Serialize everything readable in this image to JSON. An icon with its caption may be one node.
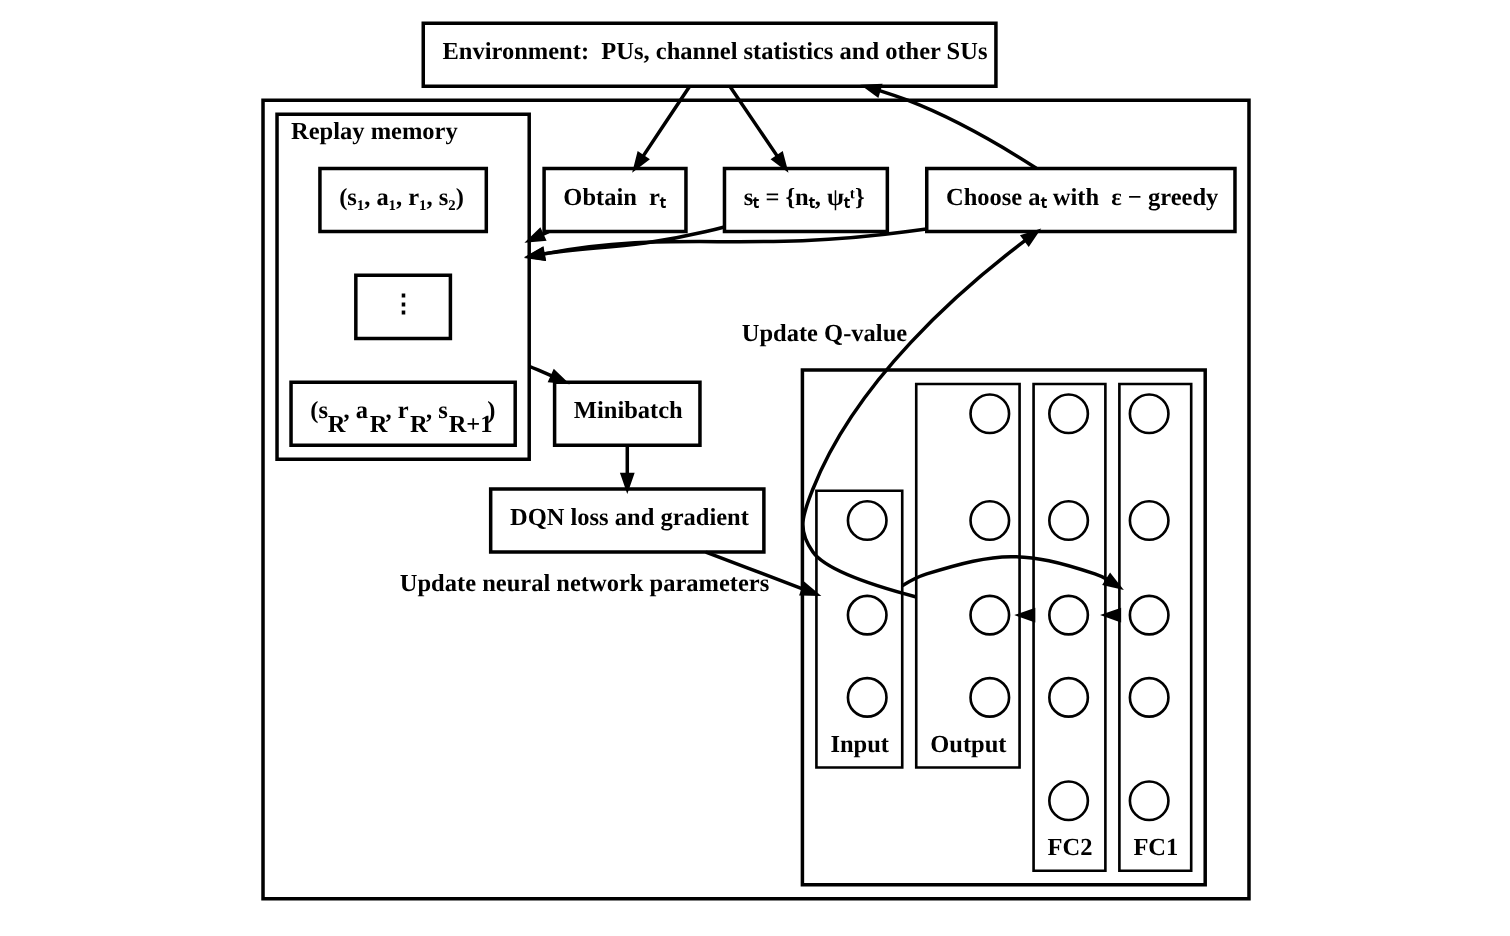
{
  "diagram": {
    "nodes": [
      {
        "text": [
          "Environment:  PUs, channel statistics and other SUs"
        ]
      },
      {
        "text": [],
        "shape": "box"
      },
      {
        "text": [
          "Obtain  rₜ"
        ],
        "in": 1
      },
      {
        "text": [
          "sₜ = {nₜ, ψₜᵗ}"
        ],
        "in": 1
      },
      {
        "text": [
          "Choose aₜ with  ε − greedy"
        ],
        "in": 1
      },
      {
        "text": [
          "Replay memory"
        ],
        "in": 1
      },
      {
        "text": [
          "(s₁, a₁, r₁, s₂)"
        ],
        "in": 5
      },
      {
        "text": [
          "⋮"
        ],
        "in": 5
      },
      {
        "text": [
          "(s$_{R}$, a$_{R}$, r$_{R}$, s$_{R+1}$)"
        ],
        "in": 5
      },
      {
        "text": [
          "Minibatch"
        ],
        "in": 1
      },
      {
        "text": [
          "DQN loss and gradient"
        ],
        "in": 1
      },
      {
        "text": [],
        "shape": "box",
        "in": 1
      },
      {
        "text": [
          "Input"
        ],
        "in": 11
      },
      {
        "text": [],
        "shape": "circle",
        "in": 12
      },
      {
        "text": [],
        "shape": "circle",
        "in": 12
      },
      {
        "text": [],
        "shape": "circle",
        "in": 12
      },
      {
        "text": [
          "FC1"
        ],
        "in": 11
      },
      {
        "text": [],
        "shape": "circle",
        "in": 16
      },
      {
        "text": [],
        "shape": "circle",
        "in": 16
      },
      {
        "text": [],
        "shape": "circle",
        "in": 16
      },
      {
        "text": [],
        "shape": "circle",
        "in": 16
      },
      {
        "text": [],
        "shape": "circle",
        "in": 16
      },
      {
        "text": [
          "FC2"
        ],
        "in": 11
      },
      {
        "text": [],
        "shape": "circle",
        "in": 22
      },
      {
        "text": [],
        "shape": "circle",
        "in": 22
      },
      {
        "text": [],
        "shape": "circle",
        "in": 22
      },
      {
        "text": [],
        "shape": "circle",
        "in": 22
      },
      {
        "text": [],
        "shape": "circle",
        "in": 22
      },
      {
        "text": [
          "Output"
        ],
        "in": 11
      },
      {
        "text": [],
        "shape": "circle",
        "in": 28
      },
      {
        "text": [],
        "shape": "circle",
        "in": 28
      },
      {
        "text": [],
        "shape": "circle",
        "in": 28
      },
      {
        "text": [],
        "shape": "circle",
        "in": 28
      }
    ],
    "edges": [
      {
        "from": 0,
        "to": 2,
        "arrow": "to"
      },
      {
        "from": 0,
        "to": 3,
        "arrow": "to"
      },
      {
        "from": 4,
        "to": 0,
        "arrow": "to"
      },
      {
        "from": 2,
        "to": 5,
        "arrow": "to"
      },
      {
        "from": 3,
        "to": 5,
        "arrow": "to"
      },
      {
        "from": 4,
        "to": 5,
        "arrow": "to"
      },
      {
        "from": 5,
        "to": 9,
        "arrow": "to"
      },
      {
        "from": 9,
        "to": 10,
        "arrow": "to"
      },
      {
        "from": 10,
        "to": 12,
        "arrow": "to",
        "label": "Update neural network parameters"
      },
      {
        "from": 12,
        "to": 16,
        "arrow": "to"
      },
      {
        "from": 16,
        "to": 22,
        "arrow": "to"
      },
      {
        "from": 22,
        "to": 28,
        "arrow": "to"
      },
      {
        "from": 28,
        "to": 4,
        "arrow": "to",
        "label": "Update Q-value"
      }
    ]
  }
}
